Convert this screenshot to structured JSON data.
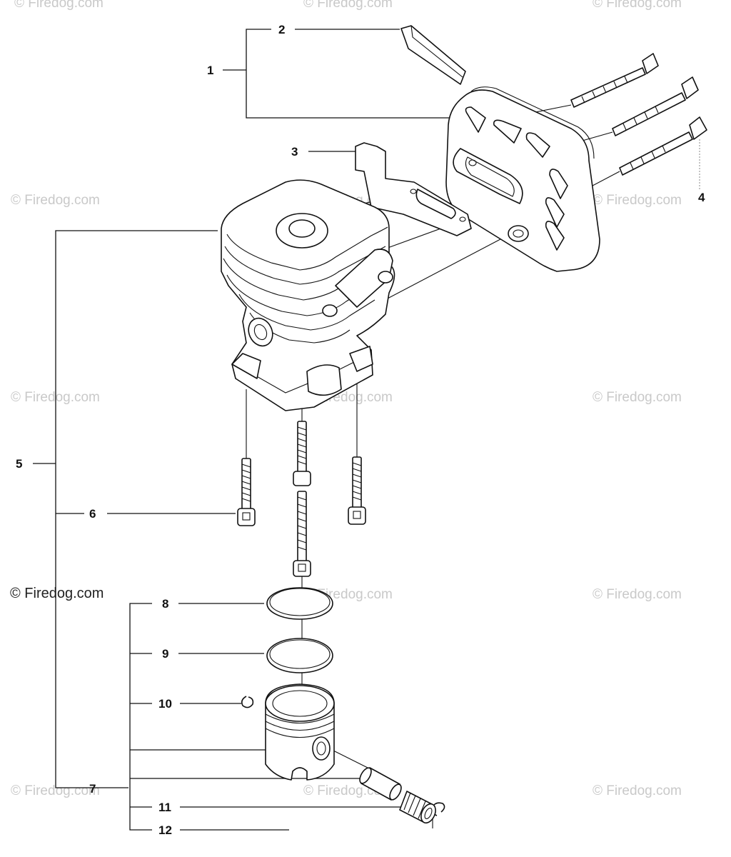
{
  "watermarks": {
    "text": "© Firedog.com",
    "main": "© Firedog.com"
  },
  "callouts": {
    "c1": "1",
    "c2": "2",
    "c3": "3",
    "c4": "4",
    "c5": "5",
    "c6": "6",
    "c7": "7",
    "c8": "8",
    "c9": "9",
    "c10": "10",
    "c11": "11",
    "c12": "12"
  }
}
